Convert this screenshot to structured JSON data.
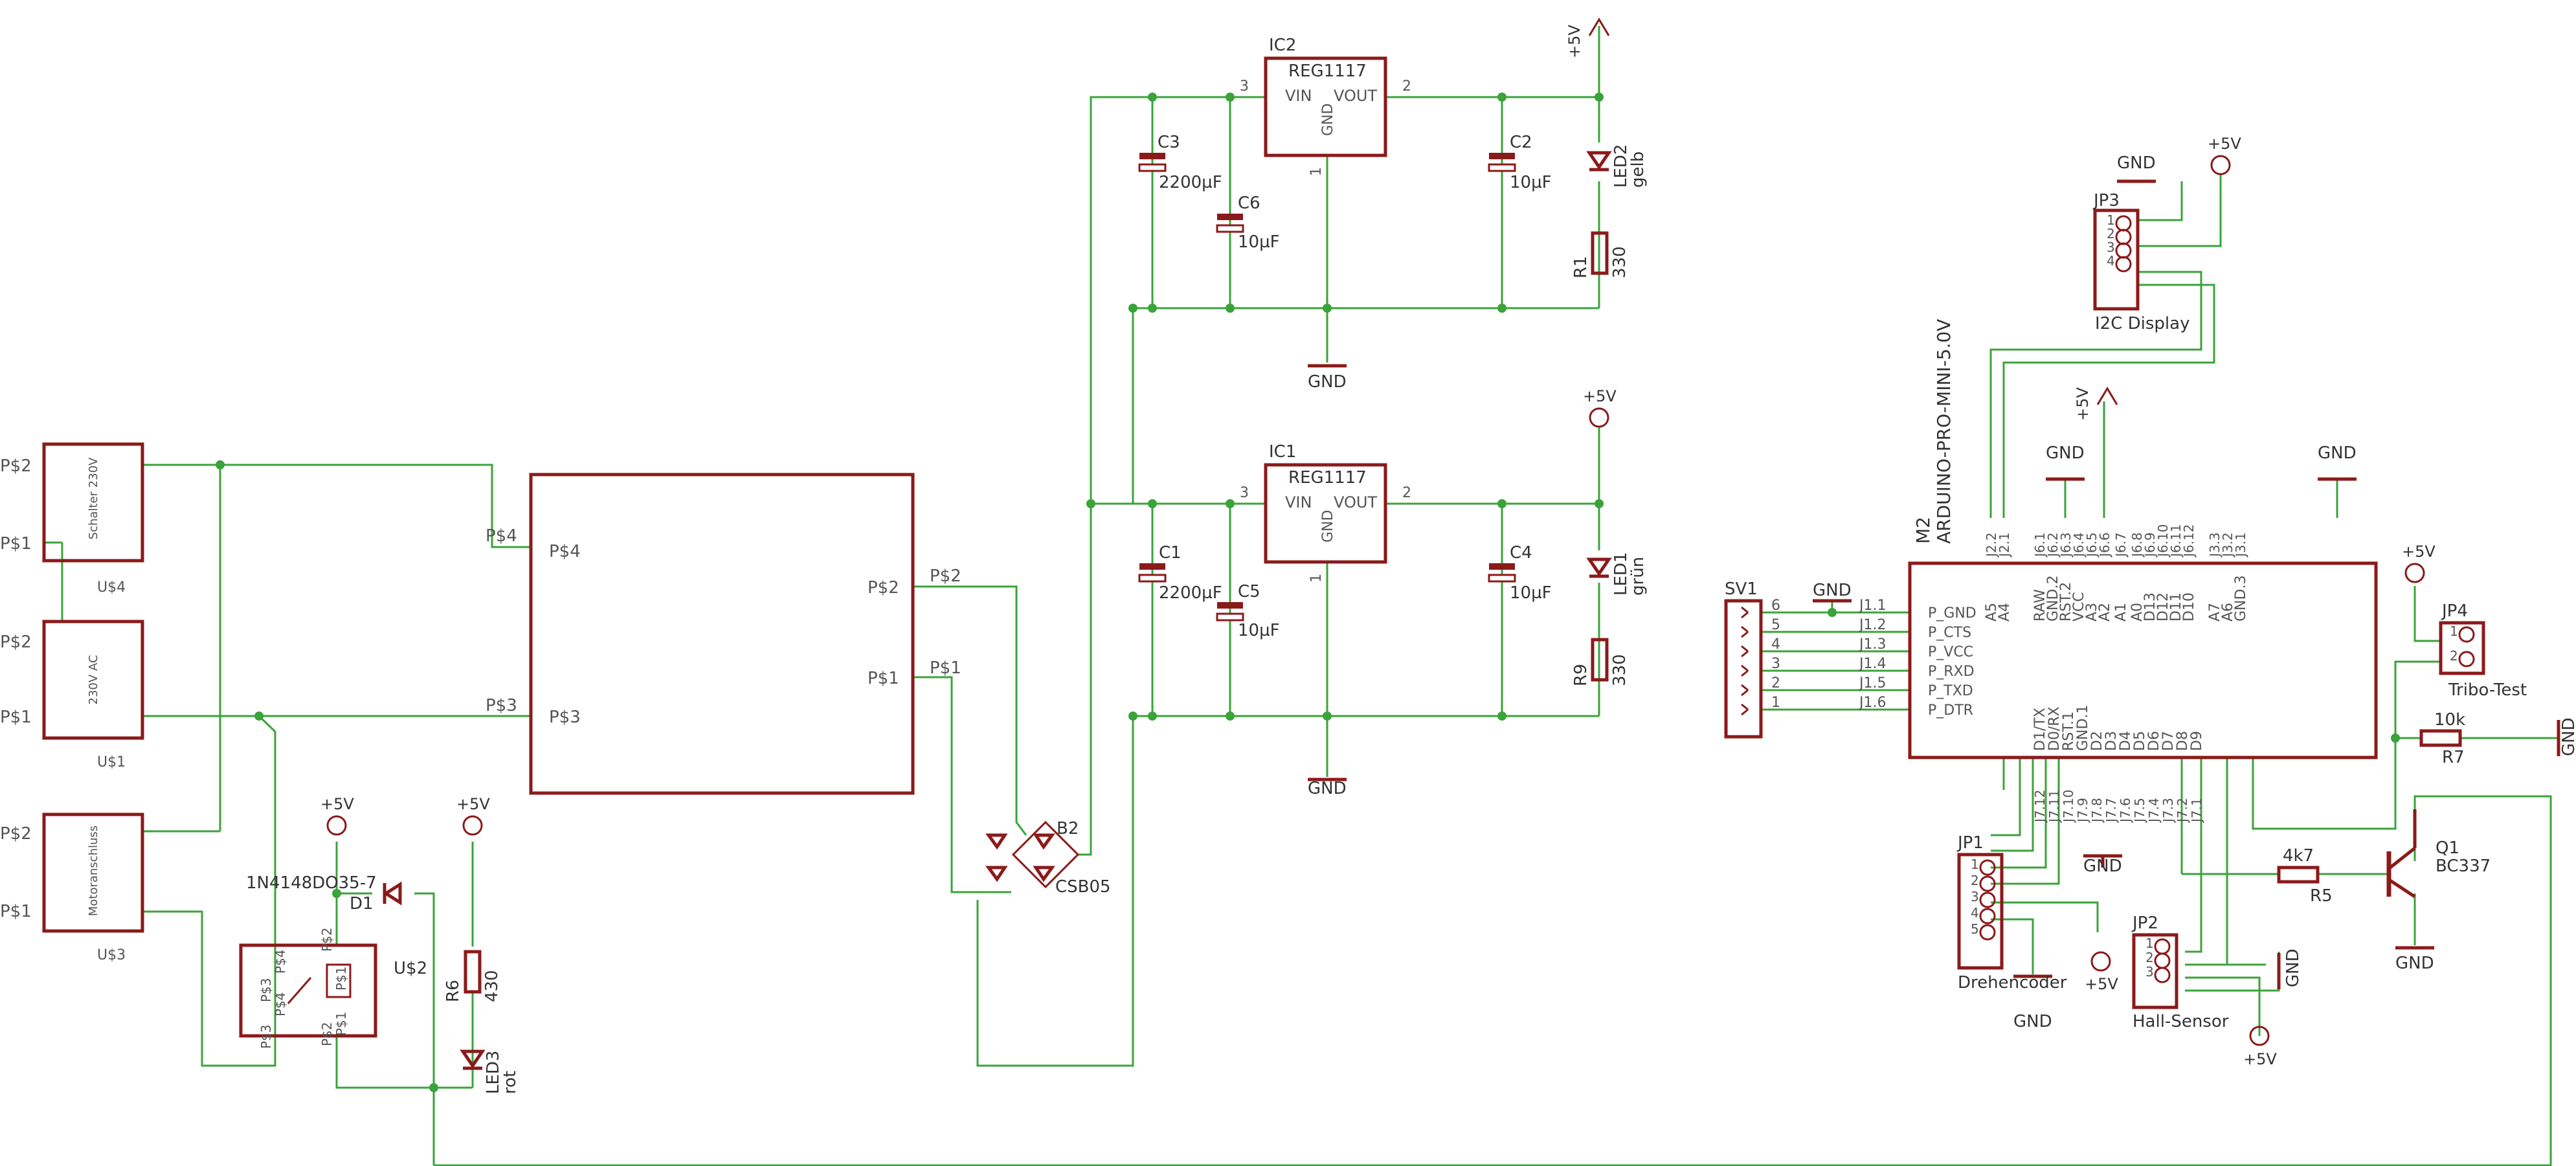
{
  "schematic": {
    "usc": {
      "u4": {
        "name": "U$4",
        "label": "Schalter 230V",
        "p1": "P$1",
        "p2": "P$2"
      },
      "u1": {
        "name": "U$1",
        "label": "230V AC",
        "p1": "P$1",
        "p2": "P$2"
      },
      "u3": {
        "name": "U$3",
        "label": "Motoranschluss",
        "p1": "P$1",
        "p2": "P$2"
      }
    },
    "module": {
      "ps4": "P$4",
      "ps3": "P$3",
      "ps2": "P$2",
      "ps1": "P$1"
    },
    "b2": {
      "name": "B2",
      "value": "CSB05"
    },
    "ic2": {
      "name": "IC2",
      "value": "REG1117",
      "vin": "VIN",
      "vout": "VOUT",
      "gnd": "GND",
      "pin3": "3",
      "pin2": "2",
      "pin1": "1"
    },
    "ic1": {
      "name": "IC1",
      "value": "REG1117",
      "vin": "VIN",
      "vout": "VOUT",
      "gnd": "GND",
      "pin3": "3",
      "pin2": "2",
      "pin1": "1"
    },
    "caps": {
      "c3": {
        "name": "C3",
        "value": "2200µF"
      },
      "c6": {
        "name": "C6",
        "value": "10µF"
      },
      "c2": {
        "name": "C2",
        "value": "10µF"
      },
      "c1": {
        "name": "C1",
        "value": "2200µF"
      },
      "c5": {
        "name": "C5",
        "value": "10µF"
      },
      "c4": {
        "name": "C4",
        "value": "10µF"
      }
    },
    "leds": {
      "led2": {
        "name": "LED2",
        "value": "gelb"
      },
      "led1": {
        "name": "LED1",
        "value": "grün"
      },
      "led3": {
        "name": "LED3",
        "value": "rot"
      }
    },
    "res": {
      "r1": {
        "name": "R1",
        "value": "330"
      },
      "r9": {
        "name": "R9",
        "value": "330"
      },
      "r6": {
        "name": "R6",
        "value": "430"
      },
      "r5": {
        "name": "R5",
        "value": "4k7"
      },
      "r7": {
        "name": "R7",
        "value": "10k"
      }
    },
    "supply": {
      "p5v": "+5V",
      "gnd": "GND"
    },
    "relay": {
      "name": "U$2",
      "p1": "P$1",
      "p2": "P$2",
      "p3": "P$3",
      "p4": "P$4"
    },
    "diode": {
      "name": "D1",
      "value": "1N4148DO35-7"
    },
    "jp3": {
      "name": "JP3",
      "label": "I2C Display",
      "pins": [
        "1",
        "2",
        "3",
        "4"
      ]
    },
    "jp4": {
      "name": "JP4",
      "label": "Tribo-Test",
      "pins": [
        "1",
        "2"
      ]
    },
    "jp1": {
      "name": "JP1",
      "label": "Drehencoder",
      "pins": [
        "1",
        "2",
        "3",
        "4",
        "5"
      ]
    },
    "jp2": {
      "name": "JP2",
      "label": "Hall-Sensor",
      "pins": [
        "1",
        "2",
        "3"
      ]
    },
    "sv1": {
      "name": "SV1",
      "pins": [
        "6",
        "5",
        "4",
        "3",
        "2",
        "1"
      ]
    },
    "q1": {
      "name": "Q1",
      "value": "BC337"
    },
    "m2": {
      "name": "M2",
      "value": "ARDUINO-PRO-MINI-5.0V",
      "left_pins": [
        "J1.1",
        "J1.2",
        "J1.3",
        "J1.4",
        "J1.5",
        "J1.6"
      ],
      "left_labels": [
        "P_GND",
        "P_CTS",
        "P_VCC",
        "P_RXD",
        "P_TXD",
        "P_DTR"
      ],
      "top_pins": [
        "J2.2",
        "J2.1",
        "J6.1",
        "J6.2",
        "J6.3",
        "J6.4",
        "J6.5",
        "J6.6",
        "J6.7",
        "J6.8",
        "J6.9",
        "J6.10",
        "J6.11",
        "J6.12",
        "J3.3",
        "J3.2",
        "J3.1"
      ],
      "top_labels": [
        "A5",
        "A4",
        "RAW",
        "GND.2",
        "RST.2",
        "VCC",
        "A3",
        "A2",
        "A1",
        "A0",
        "D13",
        "D12",
        "D11",
        "D10",
        "A7",
        "A6",
        "GND.3"
      ],
      "bottom_pins": [
        "J7.12",
        "J7.11",
        "J7.10",
        "J7.9",
        "J7.8",
        "J7.7",
        "J7.6",
        "J7.5",
        "J7.4",
        "J7.3",
        "J7.2",
        "J7.1"
      ],
      "bottom_labels": [
        "D1/TX",
        "D0/RX",
        "RST.1",
        "GND.1",
        "D2",
        "D3",
        "D4",
        "D5",
        "D6",
        "D7",
        "D8",
        "D9"
      ]
    }
  }
}
